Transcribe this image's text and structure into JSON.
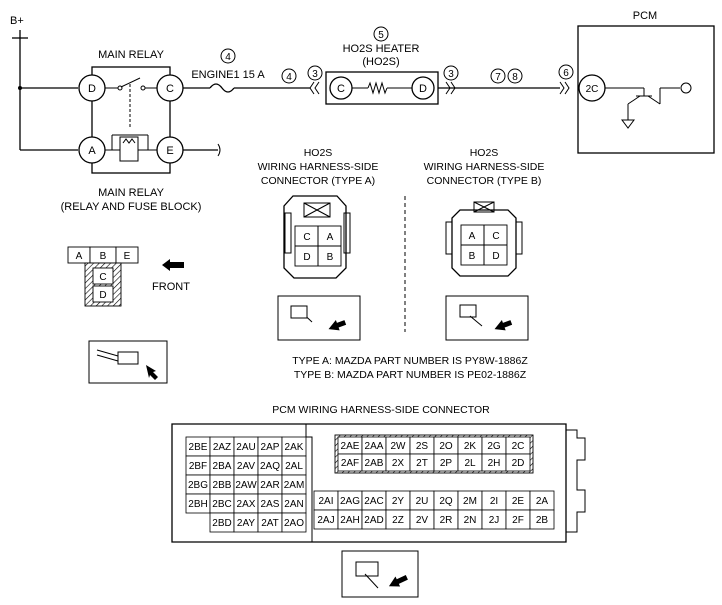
{
  "supply_label": "B+",
  "pcm_label": "PCM",
  "main_relay": {
    "title": "MAIN RELAY",
    "caption_line1": "MAIN RELAY",
    "caption_line2": "(RELAY AND FUSE BLOCK)",
    "terminals": [
      "D",
      "C",
      "A",
      "E"
    ]
  },
  "fuse": {
    "callout": "4",
    "label": "ENGINE1 15 A",
    "callout2": "4"
  },
  "heater": {
    "callout": "5",
    "title": "HO2S HEATER",
    "subtitle": "(HO2S)",
    "terminal_left": "C",
    "terminal_right": "D",
    "callout_left": "3",
    "callout_right": "3"
  },
  "wire_callouts": [
    "7",
    "8"
  ],
  "pcm_terminal": {
    "callout": "6",
    "label": "2C"
  },
  "relay_connector": {
    "top_row": [
      "A",
      "B",
      "E"
    ],
    "column": [
      "C",
      "D"
    ],
    "front_label": "FRONT"
  },
  "ho2s_type_a": {
    "line1": "HO2S",
    "line2": "WIRING HARNESS-SIDE",
    "line3": "CONNECTOR (TYPE A)",
    "grid": [
      "C",
      "A",
      "D",
      "B"
    ]
  },
  "ho2s_type_b": {
    "line1": "HO2S",
    "line2": "WIRING HARNESS-SIDE",
    "line3": "CONNECTOR (TYPE B)",
    "grid": [
      "A",
      "C",
      "B",
      "D"
    ]
  },
  "part_numbers": {
    "line1": "TYPE A: MAZDA PART NUMBER IS PY8W-1886Z",
    "line2": "TYPE B: MAZDA PART NUMBER IS PE02-1886Z"
  },
  "pcm_connector": {
    "title": "PCM WIRING HARNESS-SIDE CONNECTOR",
    "left_rows": [
      [
        "2BE",
        "2AZ",
        "2AU",
        "2AP",
        "2AK"
      ],
      [
        "2BF",
        "2BA",
        "2AV",
        "2AQ",
        "2AL"
      ],
      [
        "2BG",
        "2BB",
        "2AW",
        "2AR",
        "2AM"
      ],
      [
        "2BH",
        "2BC",
        "2AX",
        "2AS",
        "2AN"
      ],
      [
        "",
        "2BD",
        "2AY",
        "2AT",
        "2AO"
      ]
    ],
    "right_top_rows": [
      [
        "2AE",
        "2AA",
        "2W",
        "2S",
        "2O",
        "2K",
        "2G",
        "2C"
      ],
      [
        "2AF",
        "2AB",
        "2X",
        "2T",
        "2P",
        "2L",
        "2H",
        "2D"
      ]
    ],
    "right_bottom_rows": [
      [
        "2AI",
        "2AG",
        "2AC",
        "2Y",
        "2U",
        "2Q",
        "2M",
        "2I",
        "2E",
        "2A"
      ],
      [
        "2AJ",
        "2AH",
        "2AD",
        "2Z",
        "2V",
        "2R",
        "2N",
        "2J",
        "2F",
        "2B"
      ]
    ]
  }
}
